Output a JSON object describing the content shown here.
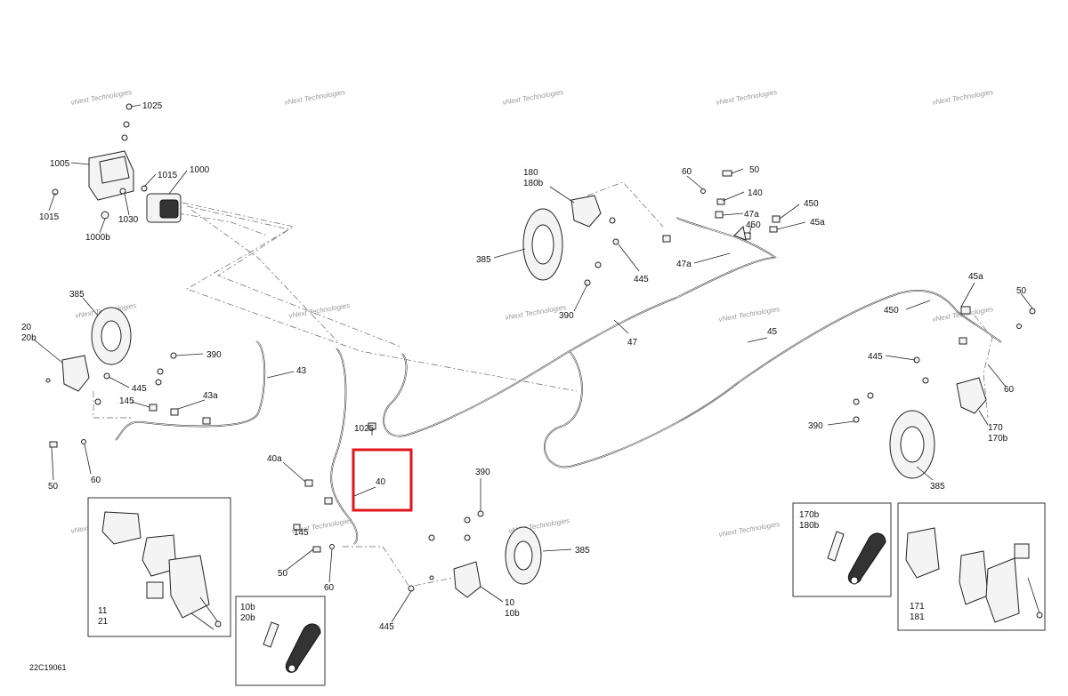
{
  "diagram": {
    "id_code": "22C19061",
    "highlight_label": "40",
    "watermark": "vNext Technologies",
    "labels": {
      "l1025": "1025",
      "l1005": "1005",
      "l1015a": "1015",
      "l1015b": "1015",
      "l1000": "1000",
      "l1030": "1030",
      "l1000b": "1000b",
      "l180": "180",
      "l180b": "180b",
      "l385c": "385",
      "l390c": "390",
      "l445c": "445",
      "l60c": "60",
      "l50c": "50",
      "l140": "140",
      "l47a1": "47a",
      "l450c": "450",
      "l450r": "450",
      "l45a1": "45a",
      "l47a2": "47a",
      "l47": "47",
      "l45": "45",
      "l45a2": "45a",
      "l50r": "50",
      "l450r2": "450",
      "l445r": "445",
      "l60r": "60",
      "l390r": "390",
      "l170": "170",
      "l170b": "170b",
      "l385r": "385",
      "l385l": "385",
      "l20": "20",
      "l20b": "20b",
      "l390l": "390",
      "l445l": "445",
      "l43": "43",
      "l43a": "43a",
      "l145l": "145",
      "l50l": "50",
      "l60l": "60",
      "l40a": "40a",
      "l1025b": "1025",
      "l40": "40",
      "l145b": "145",
      "l50b": "50",
      "l60b": "60",
      "l390b": "390",
      "l385b": "385",
      "l10": "10",
      "l10b": "10b",
      "l445b": "445",
      "l11": "11",
      "l21": "21",
      "l10bBox": "10b",
      "l20bBox": "20b",
      "l170bBox": "170b",
      "l180bBox": "180b",
      "l171": "171",
      "l181": "181"
    }
  }
}
